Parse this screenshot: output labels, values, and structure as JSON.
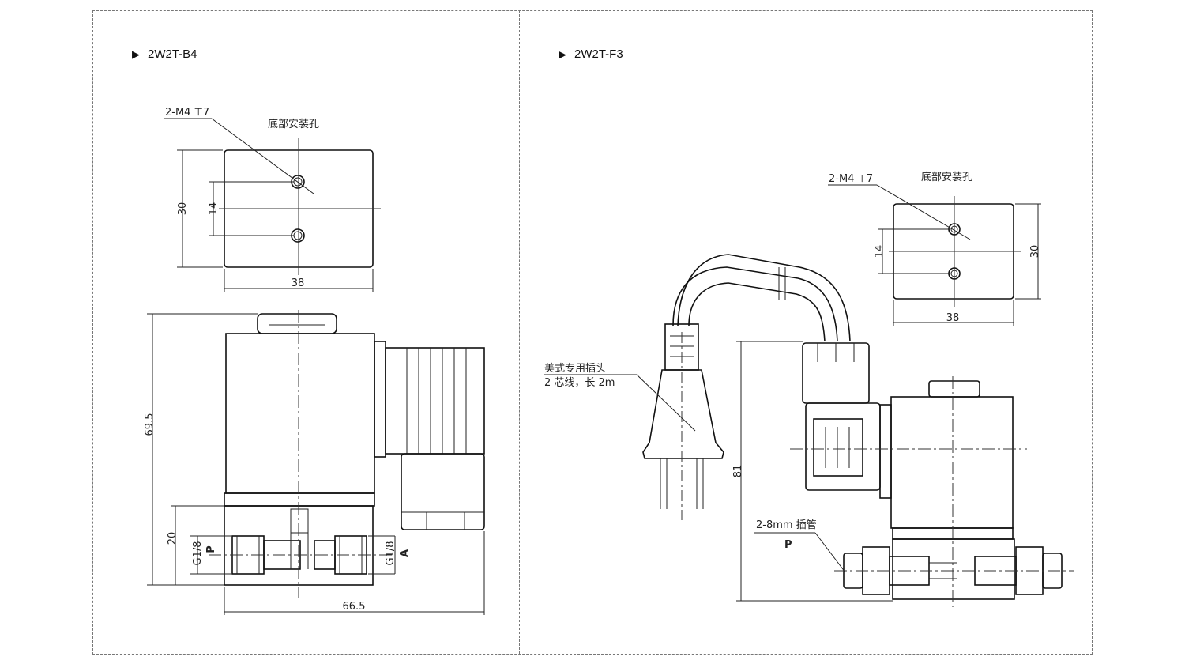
{
  "left": {
    "title": "2W2T-B4",
    "hole_label": "2-M4 ⊤7",
    "mount_label": "底部安装孔",
    "dim_30": "30",
    "dim_14": "14",
    "dim_38": "38",
    "dim_69_5": "69.5",
    "dim_20": "20",
    "dim_66_5": "66.5",
    "port_left_thread": "G1/8",
    "port_left_name": "P",
    "port_right_thread": "G1/8",
    "port_right_name": "A"
  },
  "right": {
    "title": "2W2T-F3",
    "hole_label": "2-M4 ⊤7",
    "mount_label": "底部安装孔",
    "dim_14": "14",
    "dim_30": "30",
    "dim_38": "38",
    "dim_81": "81",
    "plug_line1": "美式专用插头",
    "plug_line2": "2 芯线，长 2m",
    "tube_label": "2-8mm 插管",
    "port_name": "P"
  }
}
